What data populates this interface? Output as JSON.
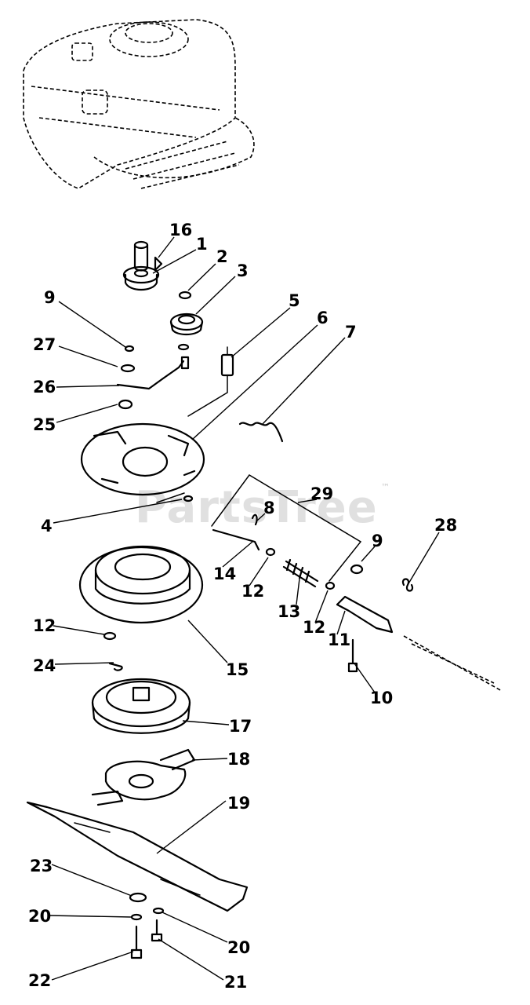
{
  "watermark": {
    "text": "PartsTree",
    "mark": "™"
  },
  "callouts": [
    "16",
    "1",
    "2",
    "3",
    "9",
    "27",
    "26",
    "25",
    "5",
    "6",
    "7",
    "4",
    "8",
    "29",
    "14",
    "12",
    "13",
    "9",
    "28",
    "12",
    "11",
    "10",
    "12",
    "15",
    "24",
    "17",
    "18",
    "19",
    "23",
    "20",
    "20",
    "22",
    "21"
  ]
}
